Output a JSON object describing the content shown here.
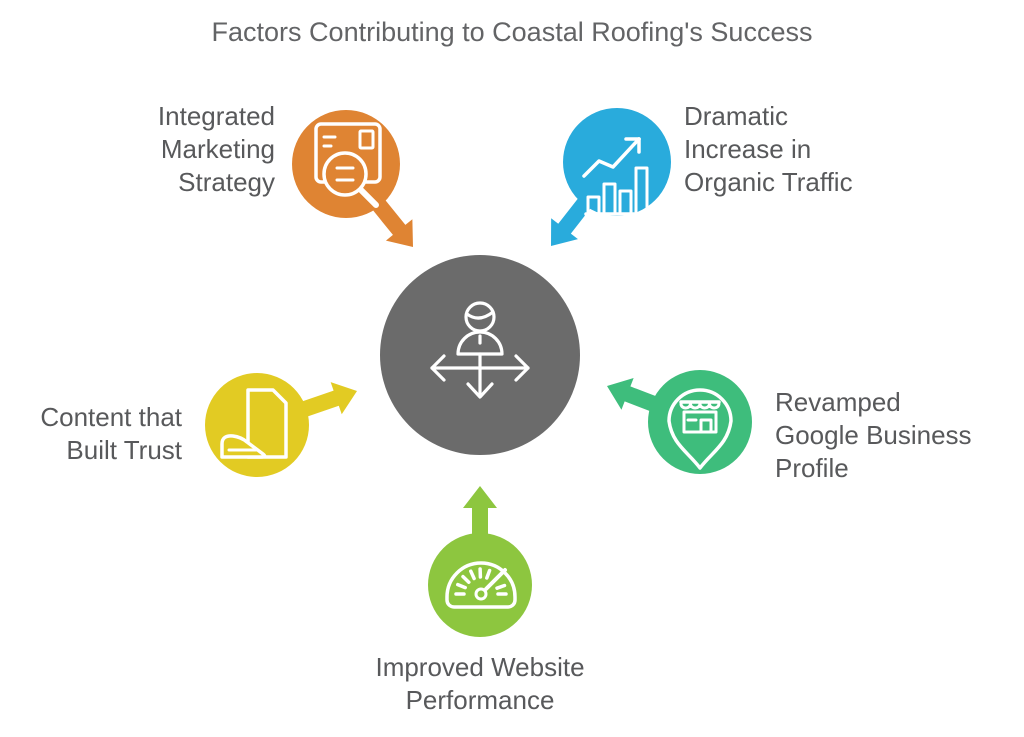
{
  "title": "Factors Contributing to Coastal Roofing's Success",
  "colors": {
    "center_circle": "#6B6B6B",
    "text": "#58595B",
    "icon_stroke": "#FFFFFF",
    "background": "#FFFFFF"
  },
  "center": {
    "icon": "person-direction-icon"
  },
  "factors": [
    {
      "id": "integrated-marketing-strategy",
      "label": "Integrated\nMarketing\nStrategy",
      "color": "#DF8433",
      "icon": "browser-search-icon",
      "position": "top-left"
    },
    {
      "id": "organic-traffic-increase",
      "label": "Dramatic\nIncrease in\nOrganic Traffic",
      "color": "#29ABDC",
      "icon": "growth-chart-icon",
      "position": "top-right"
    },
    {
      "id": "content-trust",
      "label": "Content that\nBuilt Trust",
      "color": "#E2CB23",
      "icon": "document-icon",
      "position": "left"
    },
    {
      "id": "google-business-profile",
      "label": "Revamped\nGoogle Business\nProfile",
      "color": "#3EBD7C",
      "icon": "store-location-pin-icon",
      "position": "right"
    },
    {
      "id": "website-performance",
      "label": "Improved Website\nPerformance",
      "color": "#8DC63F",
      "icon": "speedometer-icon",
      "position": "bottom"
    }
  ]
}
